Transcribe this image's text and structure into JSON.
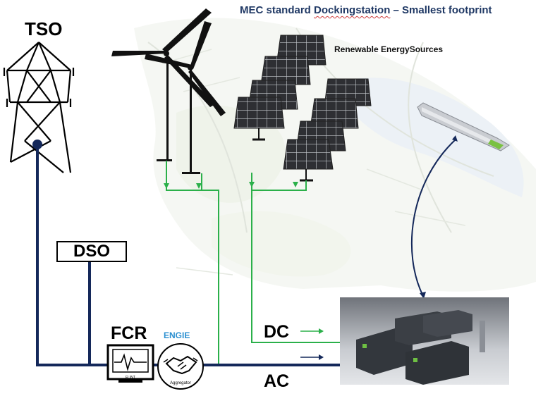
{
  "title": {
    "prefix": "MEC standard ",
    "underlined": "Dockingstation",
    "suffix": " – Smallest footprint"
  },
  "labels": {
    "renewable": "Renewable EnergySources",
    "tso": "TSO",
    "dso": "DSO",
    "fcr": "FCR",
    "dc": "DC",
    "ac": "AC"
  },
  "logos": {
    "engie": "ENGIE",
    "flint": "FLINT",
    "aggregator": "Aggregator"
  },
  "colors": {
    "ac_line": "#14285a",
    "dc_line": "#2bb04a",
    "title": "#1f3864",
    "engie": "#2b8fd0"
  },
  "icons": [
    "transmission-tower-icon",
    "wind-turbine-icon",
    "solar-panel-icon",
    "ship-icon",
    "battery-container-icon",
    "monitor-icon",
    "handshake-icon"
  ]
}
